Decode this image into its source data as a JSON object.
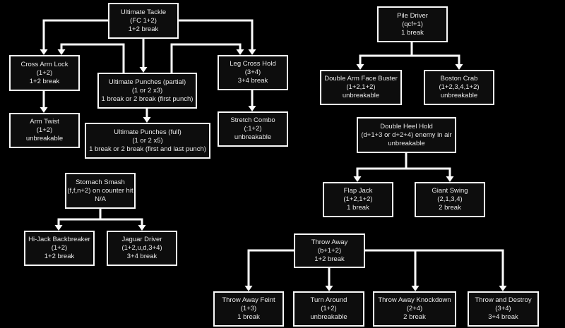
{
  "colors": {
    "background": "#000000",
    "box_fill": "#0d0d0d",
    "box_border": "#fafafa",
    "text": "#e8e8e8",
    "connector": "#fcfcfc"
  },
  "diagram": {
    "nodes": {
      "ultimate_tackle": {
        "name": "Ultimate Tackle",
        "command": "(FC 1+2)",
        "break": "1+2 break"
      },
      "cross_arm_lock": {
        "name": "Cross Arm Lock",
        "command": "(1+2)",
        "break": "1+2 break"
      },
      "ultimate_punches_partial": {
        "name": "Ultimate Punches (partial)",
        "command": "(1 or 2 x3)",
        "break": "1 break or 2 break (first punch)"
      },
      "leg_cross_hold": {
        "name": "Leg Cross Hold",
        "command": "(3+4)",
        "break": "3+4 break"
      },
      "arm_twist": {
        "name": "Arm Twist",
        "command": "(1+2)",
        "break": "unbreakable"
      },
      "ultimate_punches_full": {
        "name": "Ultimate Punches (full)",
        "command": "(1 or 2 x5)",
        "break": "1 break or 2 break (first and last punch)"
      },
      "stretch_combo": {
        "name": "Stretch Combo",
        "command": "(:1+2)",
        "break": "unbreakable"
      },
      "pile_driver": {
        "name": "Pile Driver",
        "command": "(qcf+1)",
        "break": "1 break"
      },
      "double_arm_face_buster": {
        "name": "Double Arm Face Buster",
        "command": "(1+2,1+2)",
        "break": "unbreakable"
      },
      "boston_crab": {
        "name": "Boston Crab",
        "command": "(1+2,3,4,1+2)",
        "break": "unbreakable"
      },
      "double_heel_hold": {
        "name": "Double Heel Hold",
        "command": "(d+1+3 or d+2+4) enemy in air",
        "break": "unbreakable"
      },
      "flap_jack": {
        "name": "Flap Jack",
        "command": "(1+2,1+2)",
        "break": "1 break"
      },
      "giant_swing": {
        "name": "Giant Swing",
        "command": "(2,1,3,4)",
        "break": "2 break"
      },
      "stomach_smash": {
        "name": "Stomach Smash",
        "command": "(f,f,n+2) on counter hit",
        "break": "N/A"
      },
      "hi_jack_backbreaker": {
        "name": "Hi-Jack Backbreaker",
        "command": "(1+2)",
        "break": "1+2 break"
      },
      "jaguar_driver": {
        "name": "Jaguar Driver",
        "command": "(1+2,u,d,3+4)",
        "break": "3+4 break"
      },
      "throw_away": {
        "name": "Throw Away",
        "command": "(b+1+2)",
        "break": "1+2 break"
      },
      "throw_away_feint": {
        "name": "Throw Away Feint",
        "command": "(1+3)",
        "break": "1 break"
      },
      "turn_around": {
        "name": "Turn Around",
        "command": "(1+2)",
        "break": "unbreakable"
      },
      "throw_away_knockdown": {
        "name": "Throw Away Knockdown",
        "command": "(2+4)",
        "break": "2 break"
      },
      "throw_and_destroy": {
        "name": "Throw and Destroy",
        "command": "(3+4)",
        "break": "3+4 break"
      }
    },
    "edges": [
      {
        "from": "ultimate_tackle",
        "to": "cross_arm_lock"
      },
      {
        "from": "ultimate_tackle",
        "to": "ultimate_punches_partial"
      },
      {
        "from": "ultimate_tackle",
        "to": "leg_cross_hold"
      },
      {
        "from": "ultimate_punches_partial",
        "to": "cross_arm_lock"
      },
      {
        "from": "ultimate_punches_partial",
        "to": "leg_cross_hold"
      },
      {
        "from": "ultimate_punches_partial",
        "to": "ultimate_punches_full"
      },
      {
        "from": "cross_arm_lock",
        "to": "arm_twist"
      },
      {
        "from": "leg_cross_hold",
        "to": "stretch_combo"
      },
      {
        "from": "pile_driver",
        "to": "double_arm_face_buster"
      },
      {
        "from": "pile_driver",
        "to": "boston_crab"
      },
      {
        "from": "double_heel_hold",
        "to": "flap_jack"
      },
      {
        "from": "double_heel_hold",
        "to": "giant_swing"
      },
      {
        "from": "stomach_smash",
        "to": "hi_jack_backbreaker"
      },
      {
        "from": "stomach_smash",
        "to": "jaguar_driver"
      },
      {
        "from": "throw_away",
        "to": "throw_away_feint"
      },
      {
        "from": "throw_away",
        "to": "turn_around"
      },
      {
        "from": "throw_away",
        "to": "throw_away_knockdown"
      },
      {
        "from": "throw_away",
        "to": "throw_and_destroy"
      }
    ]
  }
}
